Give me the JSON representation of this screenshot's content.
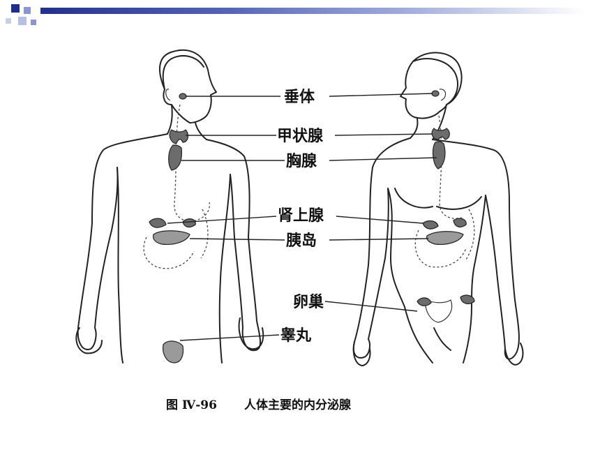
{
  "labels": {
    "pituitary": "垂体",
    "thyroid": "甲状腺",
    "thymus": "胸腺",
    "adrenal": "肾上腺",
    "islets": "胰岛",
    "ovary": "卵巢",
    "testis": "睾丸"
  },
  "caption": {
    "number": "图 Ⅳ-96",
    "title": "人体主要的内分泌腺"
  },
  "colors": {
    "accent_dark": "#1f2f87",
    "accent_mid": "#6f7fc6",
    "accent_light": "#c7cde9",
    "ink": "#222222"
  }
}
